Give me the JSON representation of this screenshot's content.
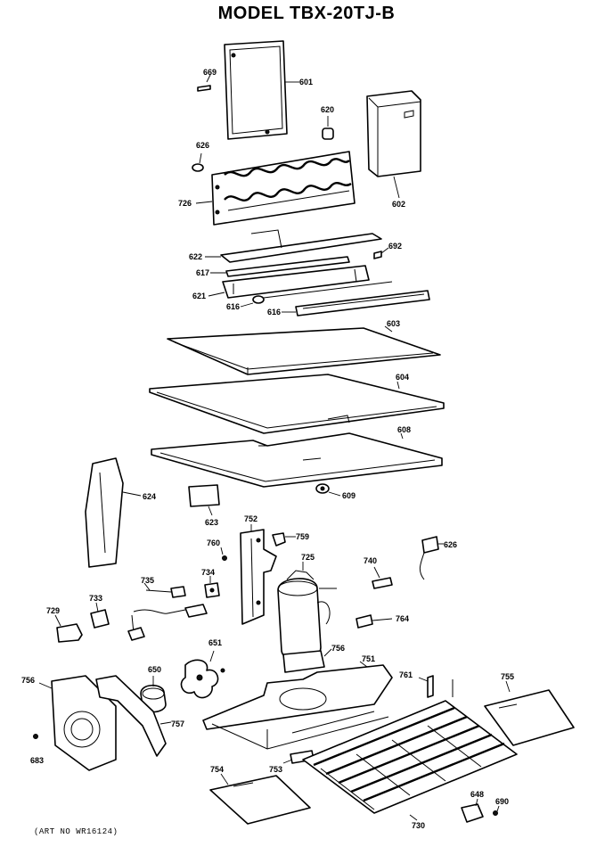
{
  "title": "MODEL TBX-20TJ-B",
  "art_number": "(ART NO WR16124)",
  "labels": {
    "l601": "601",
    "l602": "602",
    "l603": "603",
    "l604": "604",
    "l608": "608",
    "l609": "609",
    "l616a": "616",
    "l616b": "616",
    "l617": "617",
    "l620": "620",
    "l621": "621",
    "l622": "622",
    "l623": "623",
    "l624": "624",
    "l626a": "626",
    "l626b": "626",
    "l648": "648",
    "l650": "650",
    "l651": "651",
    "l669": "669",
    "l683": "683",
    "l690": "690",
    "l692": "692",
    "l725": "725",
    "l726": "726",
    "l729": "729",
    "l730": "730",
    "l733": "733",
    "l734": "734",
    "l735": "735",
    "l740": "740",
    "l751": "751",
    "l752": "752",
    "l753": "753",
    "l754": "754",
    "l755": "755",
    "l756a": "756",
    "l756b": "756",
    "l757": "757",
    "l759": "759",
    "l760": "760",
    "l761": "761",
    "l764": "764"
  }
}
